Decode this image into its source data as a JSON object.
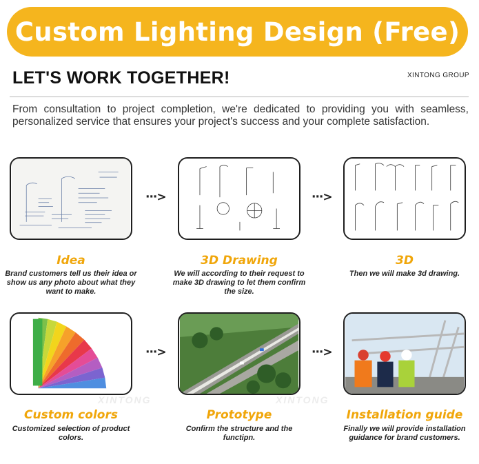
{
  "banner": {
    "title": "Custom Lighting Design (Free)"
  },
  "header": {
    "heading": "LET'S WORK TOGETHER!",
    "brand": "XINTONG GROUP"
  },
  "intro": "From consultation to project completion, we're dedicated to providing you with seamless, personalized service that ensures your project's success and your complete satisfaction.",
  "arrow": "···>",
  "steps": [
    {
      "title": "Idea",
      "desc": "Brand customers tell us their idea or show us any photo about what they want to make."
    },
    {
      "title": "3D Drawing",
      "desc": "We will according to their request to make 3D drawing to let them confirm the size."
    },
    {
      "title": "3D",
      "desc": "Then we will make 3d drawing."
    },
    {
      "title": "Custom colors",
      "desc": "Customized selection of product colors."
    },
    {
      "title": "Prototype",
      "desc": "Confirm the structure and the functipn."
    },
    {
      "title": "Installation guide",
      "desc": "Finally we will provide installation guidance for brand customers."
    }
  ],
  "watermark": "XINTONG",
  "colors": {
    "accent": "#f5b51e",
    "title_orange": "#f0a60a",
    "border": "#1e1e1e"
  }
}
